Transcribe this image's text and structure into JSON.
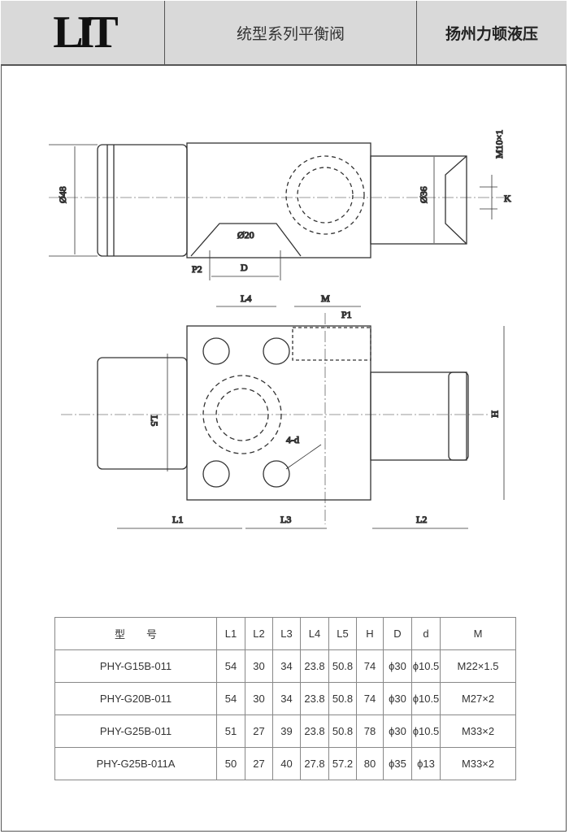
{
  "header": {
    "logo": "LIT",
    "title": "统型系列平衡阀",
    "company": "扬州力顿液压"
  },
  "drawing_labels": {
    "d48": "Ø48",
    "d36": "Ø36",
    "d20": "Ø20",
    "m10": "M10×1",
    "k": "K",
    "p2": "P2",
    "d": "D",
    "l4": "L4",
    "m": "M",
    "p1": "P1",
    "l5": "L5",
    "h": "H",
    "hole": "4-d",
    "l1": "L1",
    "l3": "L3",
    "l2": "L2"
  },
  "table": {
    "headers": [
      "型　　号",
      "L1",
      "L2",
      "L3",
      "L4",
      "L5",
      "H",
      "D",
      "d",
      "M"
    ],
    "rows": [
      [
        "PHY-G15B-011",
        "54",
        "30",
        "34",
        "23.8",
        "50.8",
        "74",
        "ϕ30",
        "ϕ10.5",
        "M22×1.5"
      ],
      [
        "PHY-G20B-011",
        "54",
        "30",
        "34",
        "23.8",
        "50.8",
        "74",
        "ϕ30",
        "ϕ10.5",
        "M27×2"
      ],
      [
        "PHY-G25B-011",
        "51",
        "27",
        "39",
        "23.8",
        "50.8",
        "78",
        "ϕ30",
        "ϕ10.5",
        "M33×2"
      ],
      [
        "PHY-G25B-011A",
        "50",
        "27",
        "40",
        "27.8",
        "57.2",
        "80",
        "ϕ35",
        "ϕ13",
        "M33×2"
      ]
    ]
  }
}
